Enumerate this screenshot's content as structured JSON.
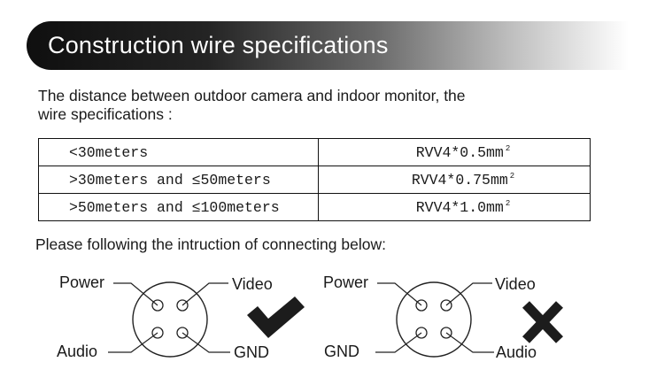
{
  "header": {
    "title": "Construction wire specifications"
  },
  "intro": {
    "line1": "The distance between outdoor camera and indoor monitor, the",
    "line2": "wire specifications :"
  },
  "spec_table": [
    {
      "distance": "<30meters",
      "wire": "RVV4*0.5mm",
      "unit_sup": "2"
    },
    {
      "distance": ">30meters and ≤50meters",
      "wire": "RVV4*0.75mm",
      "unit_sup": "2"
    },
    {
      "distance": ">50meters and ≤100meters",
      "wire": "RVV4*1.0mm",
      "unit_sup": "2"
    }
  ],
  "instruction": "Please following the intruction of connecting below:",
  "diagram_correct": {
    "top_left": "Power",
    "top_right": "Video",
    "bottom_left": "Audio",
    "bottom_right": "GND",
    "mark": "check-icon"
  },
  "diagram_wrong": {
    "top_left": "Power",
    "top_right": "Video",
    "bottom_left": "GND",
    "bottom_right": "Audio",
    "mark": "cross-icon"
  }
}
